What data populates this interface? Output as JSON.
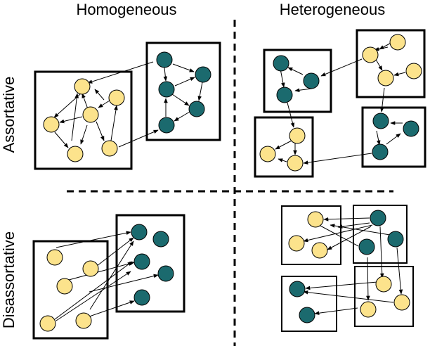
{
  "labels": {
    "top_left": "Homogeneous",
    "top_right": "Heterogeneous",
    "left_top": "Assortative",
    "left_bottom": "Disassortative"
  },
  "colors": {
    "yellow_node": "#fce38c",
    "teal_node": "#1b6a6e",
    "stroke": "#000000",
    "background": "#ffffff"
  }
}
